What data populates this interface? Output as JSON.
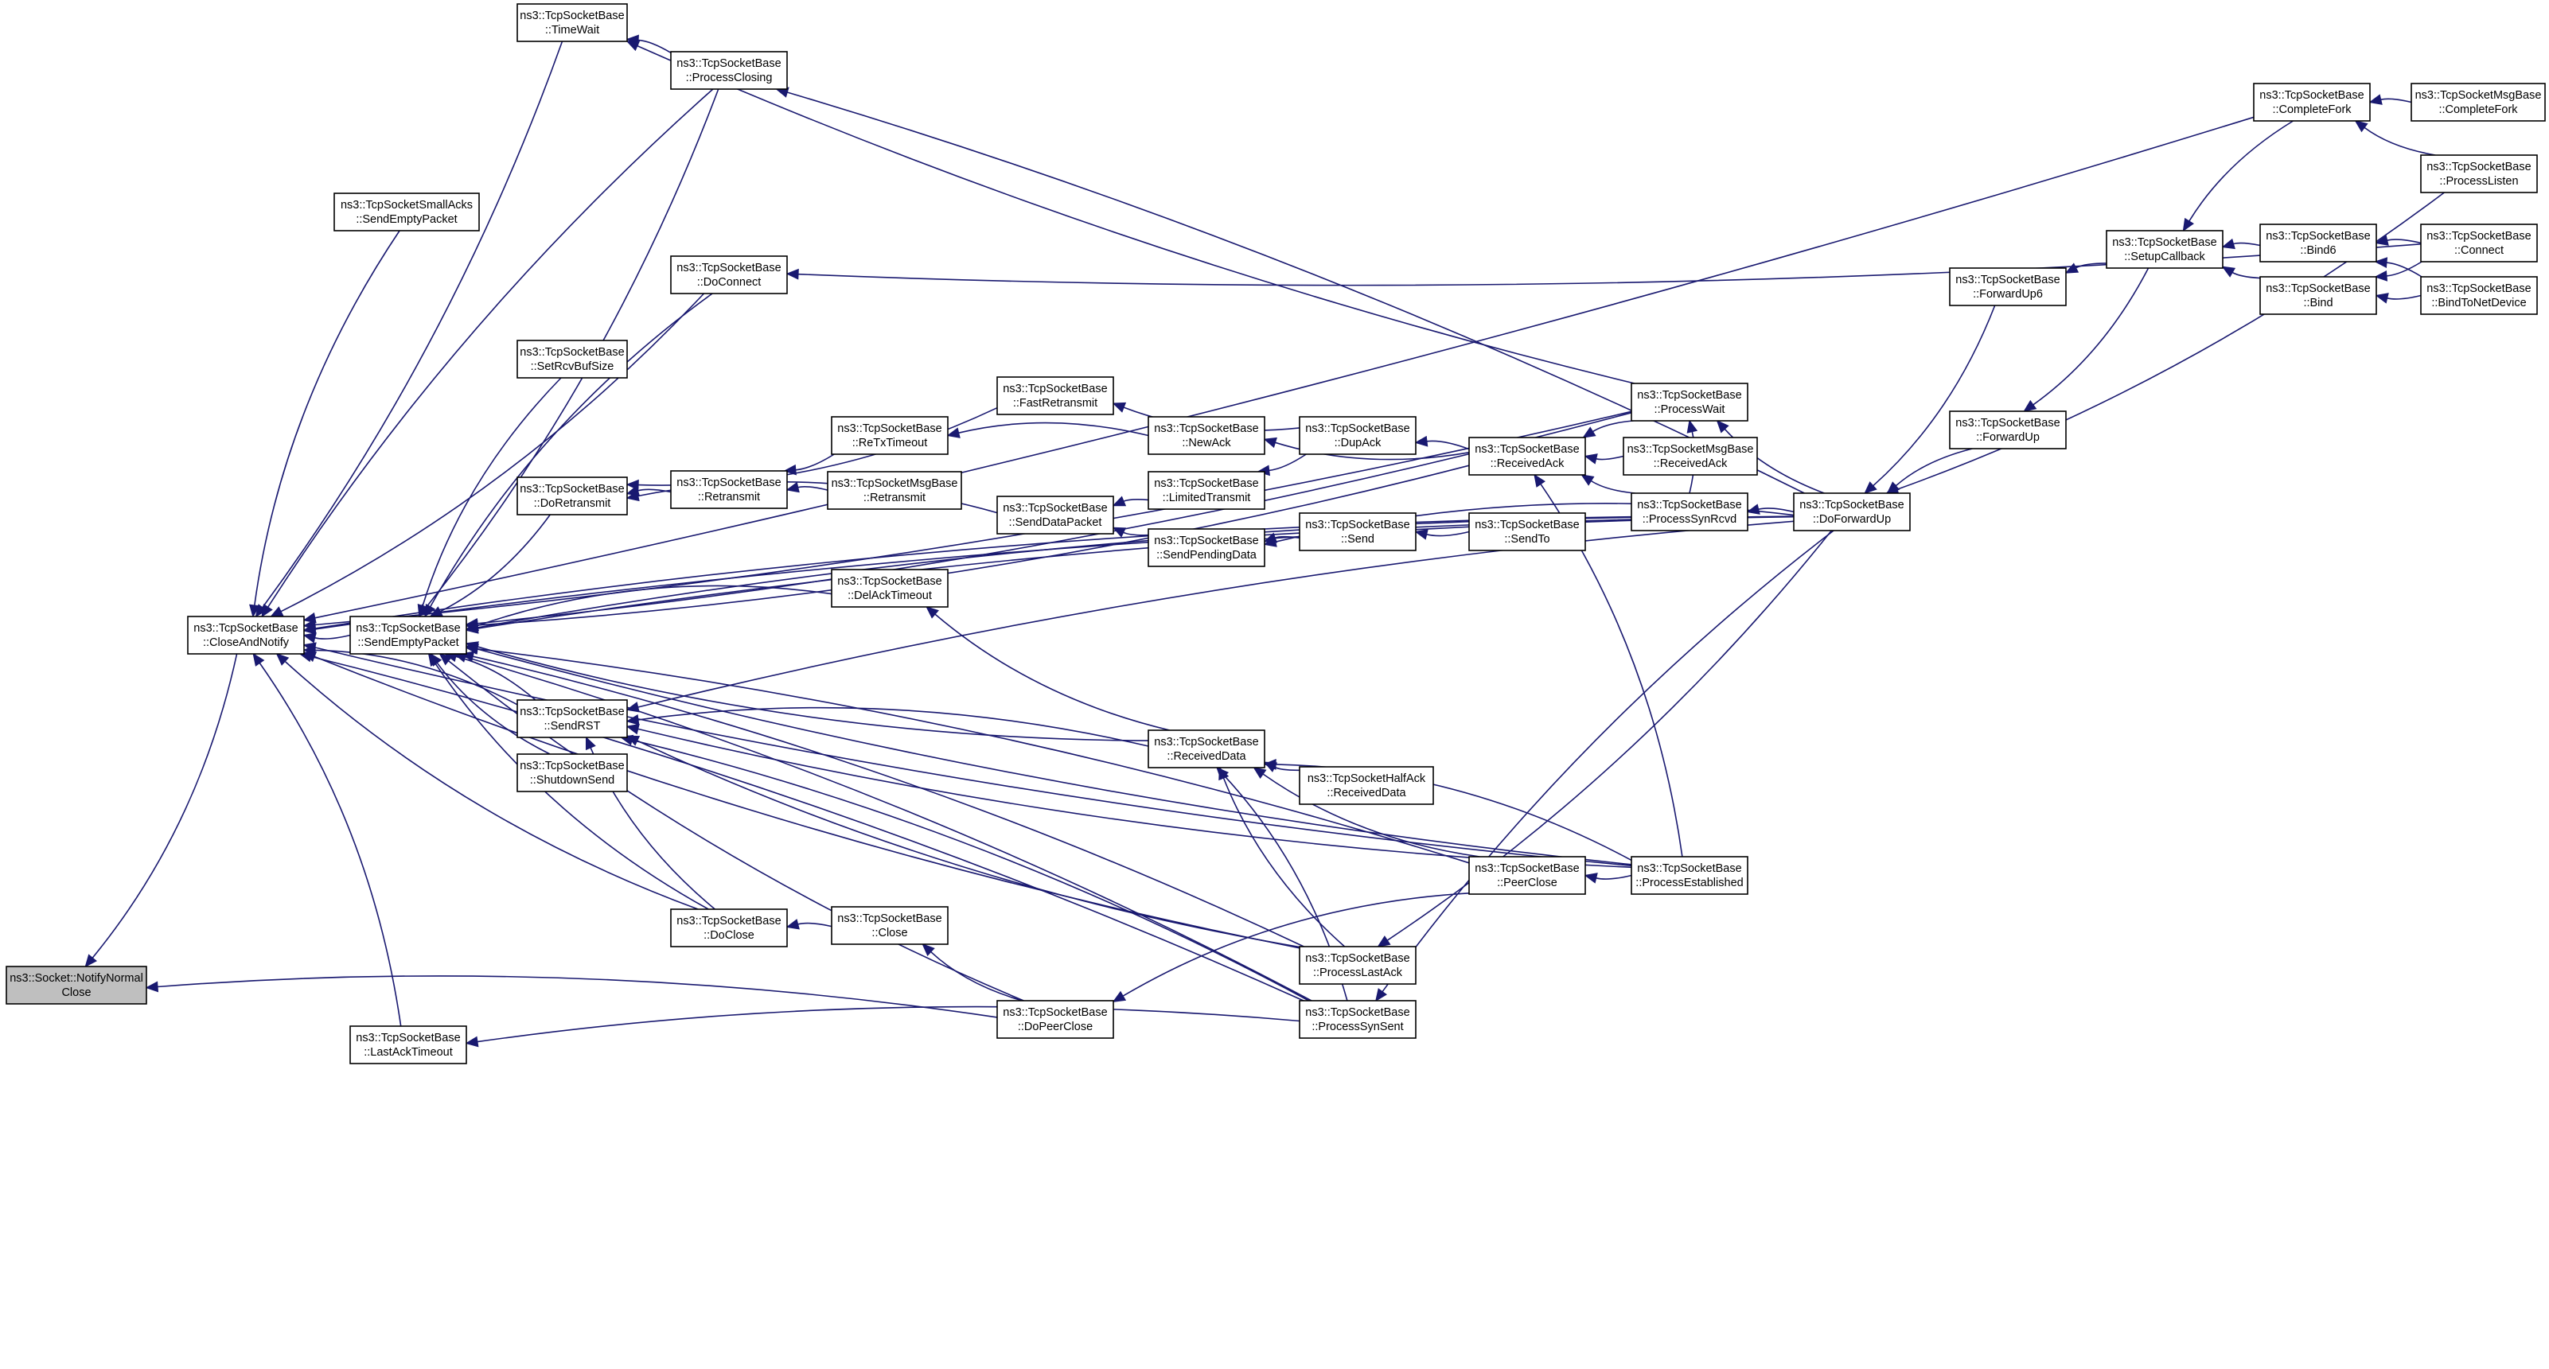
{
  "graph": {
    "title": "",
    "nodes": [
      {
        "id": "notify",
        "lines": [
          "ns3::Socket::NotifyNormal",
          "Close"
        ],
        "root": true
      },
      {
        "id": "closeAndNotify",
        "lines": [
          "ns3::TcpSocketBase",
          "::CloseAndNotify"
        ]
      },
      {
        "id": "timeWait",
        "lines": [
          "ns3::TcpSocketBase",
          "::TimeWait"
        ]
      },
      {
        "id": "smallAcksSendEmpty",
        "lines": [
          "ns3::TcpSocketSmallAcks",
          "::SendEmptyPacket"
        ]
      },
      {
        "id": "setRcvBufSize",
        "lines": [
          "ns3::TcpSocketBase",
          "::SetRcvBufSize"
        ]
      },
      {
        "id": "doRetransmit",
        "lines": [
          "ns3::TcpSocketBase",
          "::DoRetransmit"
        ]
      },
      {
        "id": "sendRST",
        "lines": [
          "ns3::TcpSocketBase",
          "::SendRST"
        ]
      },
      {
        "id": "shutdownSend",
        "lines": [
          "ns3::TcpSocketBase",
          "::ShutdownSend"
        ]
      },
      {
        "id": "lastAckTimeout",
        "lines": [
          "ns3::TcpSocketBase",
          "::LastAckTimeout"
        ]
      },
      {
        "id": "sendEmptyPacket",
        "lines": [
          "ns3::TcpSocketBase",
          "::SendEmptyPacket"
        ]
      },
      {
        "id": "processClosing",
        "lines": [
          "ns3::TcpSocketBase",
          "::ProcessClosing"
        ]
      },
      {
        "id": "doConnect",
        "lines": [
          "ns3::TcpSocketBase",
          "::DoConnect"
        ]
      },
      {
        "id": "retransmit",
        "lines": [
          "ns3::TcpSocketBase",
          "::Retransmit"
        ]
      },
      {
        "id": "doClose",
        "lines": [
          "ns3::TcpSocketBase",
          "::DoClose"
        ]
      },
      {
        "id": "reTxTimeout",
        "lines": [
          "ns3::TcpSocketBase",
          "::ReTxTimeout"
        ]
      },
      {
        "id": "msgRetransmit",
        "lines": [
          "ns3::TcpSocketMsgBase",
          "::Retransmit"
        ]
      },
      {
        "id": "delAckTimeout",
        "lines": [
          "ns3::TcpSocketBase",
          "::DelAckTimeout"
        ]
      },
      {
        "id": "close",
        "lines": [
          "ns3::TcpSocketBase",
          "::Close"
        ]
      },
      {
        "id": "fastRetransmit",
        "lines": [
          "ns3::TcpSocketBase",
          "::FastRetransmit"
        ]
      },
      {
        "id": "sendDataPacket",
        "lines": [
          "ns3::TcpSocketBase",
          "::SendDataPacket"
        ]
      },
      {
        "id": "doPeerClose",
        "lines": [
          "ns3::TcpSocketBase",
          "::DoPeerClose"
        ]
      },
      {
        "id": "newAck",
        "lines": [
          "ns3::TcpSocketBase",
          "::NewAck"
        ]
      },
      {
        "id": "limitedTransmit",
        "lines": [
          "ns3::TcpSocketBase",
          "::LimitedTransmit"
        ]
      },
      {
        "id": "sendPendingData",
        "lines": [
          "ns3::TcpSocketBase",
          "::SendPendingData"
        ]
      },
      {
        "id": "receivedData",
        "lines": [
          "ns3::TcpSocketBase",
          "::ReceivedData"
        ]
      },
      {
        "id": "dupAck",
        "lines": [
          "ns3::TcpSocketBase",
          "::DupAck"
        ]
      },
      {
        "id": "send",
        "lines": [
          "ns3::TcpSocketBase",
          "::Send"
        ]
      },
      {
        "id": "halfAckReceivedData",
        "lines": [
          "ns3::TcpSocketHalfAck",
          "::ReceivedData"
        ]
      },
      {
        "id": "processLastAck",
        "lines": [
          "ns3::TcpSocketBase",
          "::ProcessLastAck"
        ]
      },
      {
        "id": "processSynSent",
        "lines": [
          "ns3::TcpSocketBase",
          "::ProcessSynSent"
        ]
      },
      {
        "id": "receivedAck",
        "lines": [
          "ns3::TcpSocketBase",
          "::ReceivedAck"
        ]
      },
      {
        "id": "sendTo",
        "lines": [
          "ns3::TcpSocketBase",
          "::SendTo"
        ]
      },
      {
        "id": "peerClose",
        "lines": [
          "ns3::TcpSocketBase",
          "::PeerClose"
        ]
      },
      {
        "id": "processWait",
        "lines": [
          "ns3::TcpSocketBase",
          "::ProcessWait"
        ]
      },
      {
        "id": "msgReceivedAck",
        "lines": [
          "ns3::TcpSocketMsgBase",
          "::ReceivedAck"
        ]
      },
      {
        "id": "processSynRcvd",
        "lines": [
          "ns3::TcpSocketBase",
          "::ProcessSynRcvd"
        ]
      },
      {
        "id": "processEstablished",
        "lines": [
          "ns3::TcpSocketBase",
          "::ProcessEstablished"
        ]
      },
      {
        "id": "doForwardUp",
        "lines": [
          "ns3::TcpSocketBase",
          "::DoForwardUp"
        ]
      },
      {
        "id": "forwardUp6",
        "lines": [
          "ns3::TcpSocketBase",
          "::ForwardUp6"
        ]
      },
      {
        "id": "forwardUp",
        "lines": [
          "ns3::TcpSocketBase",
          "::ForwardUp"
        ]
      },
      {
        "id": "setupCallback",
        "lines": [
          "ns3::TcpSocketBase",
          "::SetupCallback"
        ]
      },
      {
        "id": "completeFork",
        "lines": [
          "ns3::TcpSocketBase",
          "::CompleteFork"
        ]
      },
      {
        "id": "bind6",
        "lines": [
          "ns3::TcpSocketBase",
          "::Bind6"
        ]
      },
      {
        "id": "bind",
        "lines": [
          "ns3::TcpSocketBase",
          "::Bind"
        ]
      },
      {
        "id": "msgCompleteFork",
        "lines": [
          "ns3::TcpSocketMsgBase",
          "::CompleteFork"
        ]
      },
      {
        "id": "processListen",
        "lines": [
          "ns3::TcpSocketBase",
          "::ProcessListen"
        ]
      },
      {
        "id": "connect",
        "lines": [
          "ns3::TcpSocketBase",
          "::Connect"
        ]
      },
      {
        "id": "bindToNetDevice",
        "lines": [
          "ns3::TcpSocketBase",
          "::BindToNetDevice"
        ]
      }
    ],
    "edges": [
      [
        "closeAndNotify",
        "notify"
      ],
      [
        "doPeerClose",
        "notify"
      ],
      [
        "timeWait",
        "closeAndNotify"
      ],
      [
        "processClosing",
        "closeAndNotify"
      ],
      [
        "doConnect",
        "closeAndNotify"
      ],
      [
        "smallAcksSendEmpty",
        "closeAndNotify"
      ],
      [
        "sendEmptyPacket",
        "closeAndNotify"
      ],
      [
        "sendRST",
        "closeAndNotify"
      ],
      [
        "doClose",
        "closeAndNotify"
      ],
      [
        "lastAckTimeout",
        "closeAndNotify"
      ],
      [
        "processLastAck",
        "closeAndNotify"
      ],
      [
        "processSynSent",
        "closeAndNotify"
      ],
      [
        "processEstablished",
        "closeAndNotify"
      ],
      [
        "doForwardUp",
        "closeAndNotify"
      ],
      [
        "processWait",
        "closeAndNotify"
      ],
      [
        "processSynRcvd",
        "closeAndNotify"
      ],
      [
        "completeFork",
        "closeAndNotify"
      ],
      [
        "processClosing",
        "timeWait"
      ],
      [
        "processWait",
        "timeWait"
      ],
      [
        "doForwardUp",
        "processClosing"
      ],
      [
        "doRetransmit",
        "sendEmptyPacket"
      ],
      [
        "sendRST",
        "sendEmptyPacket"
      ],
      [
        "shutdownSend",
        "sendEmptyPacket"
      ],
      [
        "setRcvBufSize",
        "sendEmptyPacket"
      ],
      [
        "processClosing",
        "sendEmptyPacket"
      ],
      [
        "doConnect",
        "sendEmptyPacket"
      ],
      [
        "doClose",
        "sendEmptyPacket"
      ],
      [
        "delAckTimeout",
        "sendEmptyPacket"
      ],
      [
        "receivedData",
        "sendEmptyPacket"
      ],
      [
        "processSynRcvd",
        "sendEmptyPacket"
      ],
      [
        "processWait",
        "sendEmptyPacket"
      ],
      [
        "processLastAck",
        "sendEmptyPacket"
      ],
      [
        "doPeerClose",
        "sendEmptyPacket"
      ],
      [
        "processSynSent",
        "sendEmptyPacket"
      ],
      [
        "processEstablished",
        "sendEmptyPacket"
      ],
      [
        "doForwardUp",
        "sendEmptyPacket"
      ],
      [
        "receivedAck",
        "sendEmptyPacket"
      ],
      [
        "peerClose",
        "sendEmptyPacket"
      ],
      [
        "connect",
        "doConnect"
      ],
      [
        "retransmit",
        "doRetransmit"
      ],
      [
        "reTxTimeout",
        "retransmit"
      ],
      [
        "msgRetransmit",
        "retransmit"
      ],
      [
        "fastRetransmit",
        "doRetransmit"
      ],
      [
        "newAck",
        "reTxTimeout"
      ],
      [
        "dupAck",
        "fastRetransmit"
      ],
      [
        "sendDataPacket",
        "doRetransmit"
      ],
      [
        "sendPendingData",
        "sendDataPacket"
      ],
      [
        "limitedTransmit",
        "sendDataPacket"
      ],
      [
        "receivedAck",
        "newAck"
      ],
      [
        "receivedAck",
        "dupAck"
      ],
      [
        "dupAck",
        "limitedTransmit"
      ],
      [
        "send",
        "sendPendingData"
      ],
      [
        "sendTo",
        "send"
      ],
      [
        "doForwardUp",
        "sendPendingData"
      ],
      [
        "receivedData",
        "delAckTimeout"
      ],
      [
        "processSynSent",
        "sendRST"
      ],
      [
        "processLastAck",
        "sendRST"
      ],
      [
        "doForwardUp",
        "sendRST"
      ],
      [
        "processEstablished",
        "sendRST"
      ],
      [
        "receivedData",
        "sendRST"
      ],
      [
        "doClose",
        "sendRST"
      ],
      [
        "close",
        "doClose"
      ],
      [
        "doPeerClose",
        "close"
      ],
      [
        "processSynSent",
        "lastAckTimeout"
      ],
      [
        "halfAckReceivedData",
        "receivedData"
      ],
      [
        "processEstablished",
        "receivedData"
      ],
      [
        "processLastAck",
        "receivedData"
      ],
      [
        "processSynSent",
        "receivedData"
      ],
      [
        "peerClose",
        "receivedData"
      ],
      [
        "peerClose",
        "doPeerClose"
      ],
      [
        "processEstablished",
        "peerClose"
      ],
      [
        "processWait",
        "receivedAck"
      ],
      [
        "processSynRcvd",
        "receivedAck"
      ],
      [
        "processEstablished",
        "receivedAck"
      ],
      [
        "msgReceivedAck",
        "receivedAck"
      ],
      [
        "processSynRcvd",
        "processWait"
      ],
      [
        "doForwardUp",
        "processWait"
      ],
      [
        "doForwardUp",
        "processSynRcvd"
      ],
      [
        "doForwardUp",
        "processLastAck"
      ],
      [
        "doForwardUp",
        "processSynSent"
      ],
      [
        "forwardUp6",
        "doForwardUp"
      ],
      [
        "forwardUp",
        "doForwardUp"
      ],
      [
        "processListen",
        "doForwardUp"
      ],
      [
        "setupCallback",
        "forwardUp6"
      ],
      [
        "setupCallback",
        "forwardUp"
      ],
      [
        "bind6",
        "setupCallback"
      ],
      [
        "bind",
        "setupCallback"
      ],
      [
        "connect",
        "bind6"
      ],
      [
        "bindToNetDevice",
        "bind"
      ],
      [
        "bindToNetDevice",
        "bind6"
      ],
      [
        "connect",
        "bind"
      ],
      [
        "msgCompleteFork",
        "completeFork"
      ],
      [
        "processListen",
        "completeFork"
      ],
      [
        "completeFork",
        "setupCallback"
      ]
    ]
  }
}
